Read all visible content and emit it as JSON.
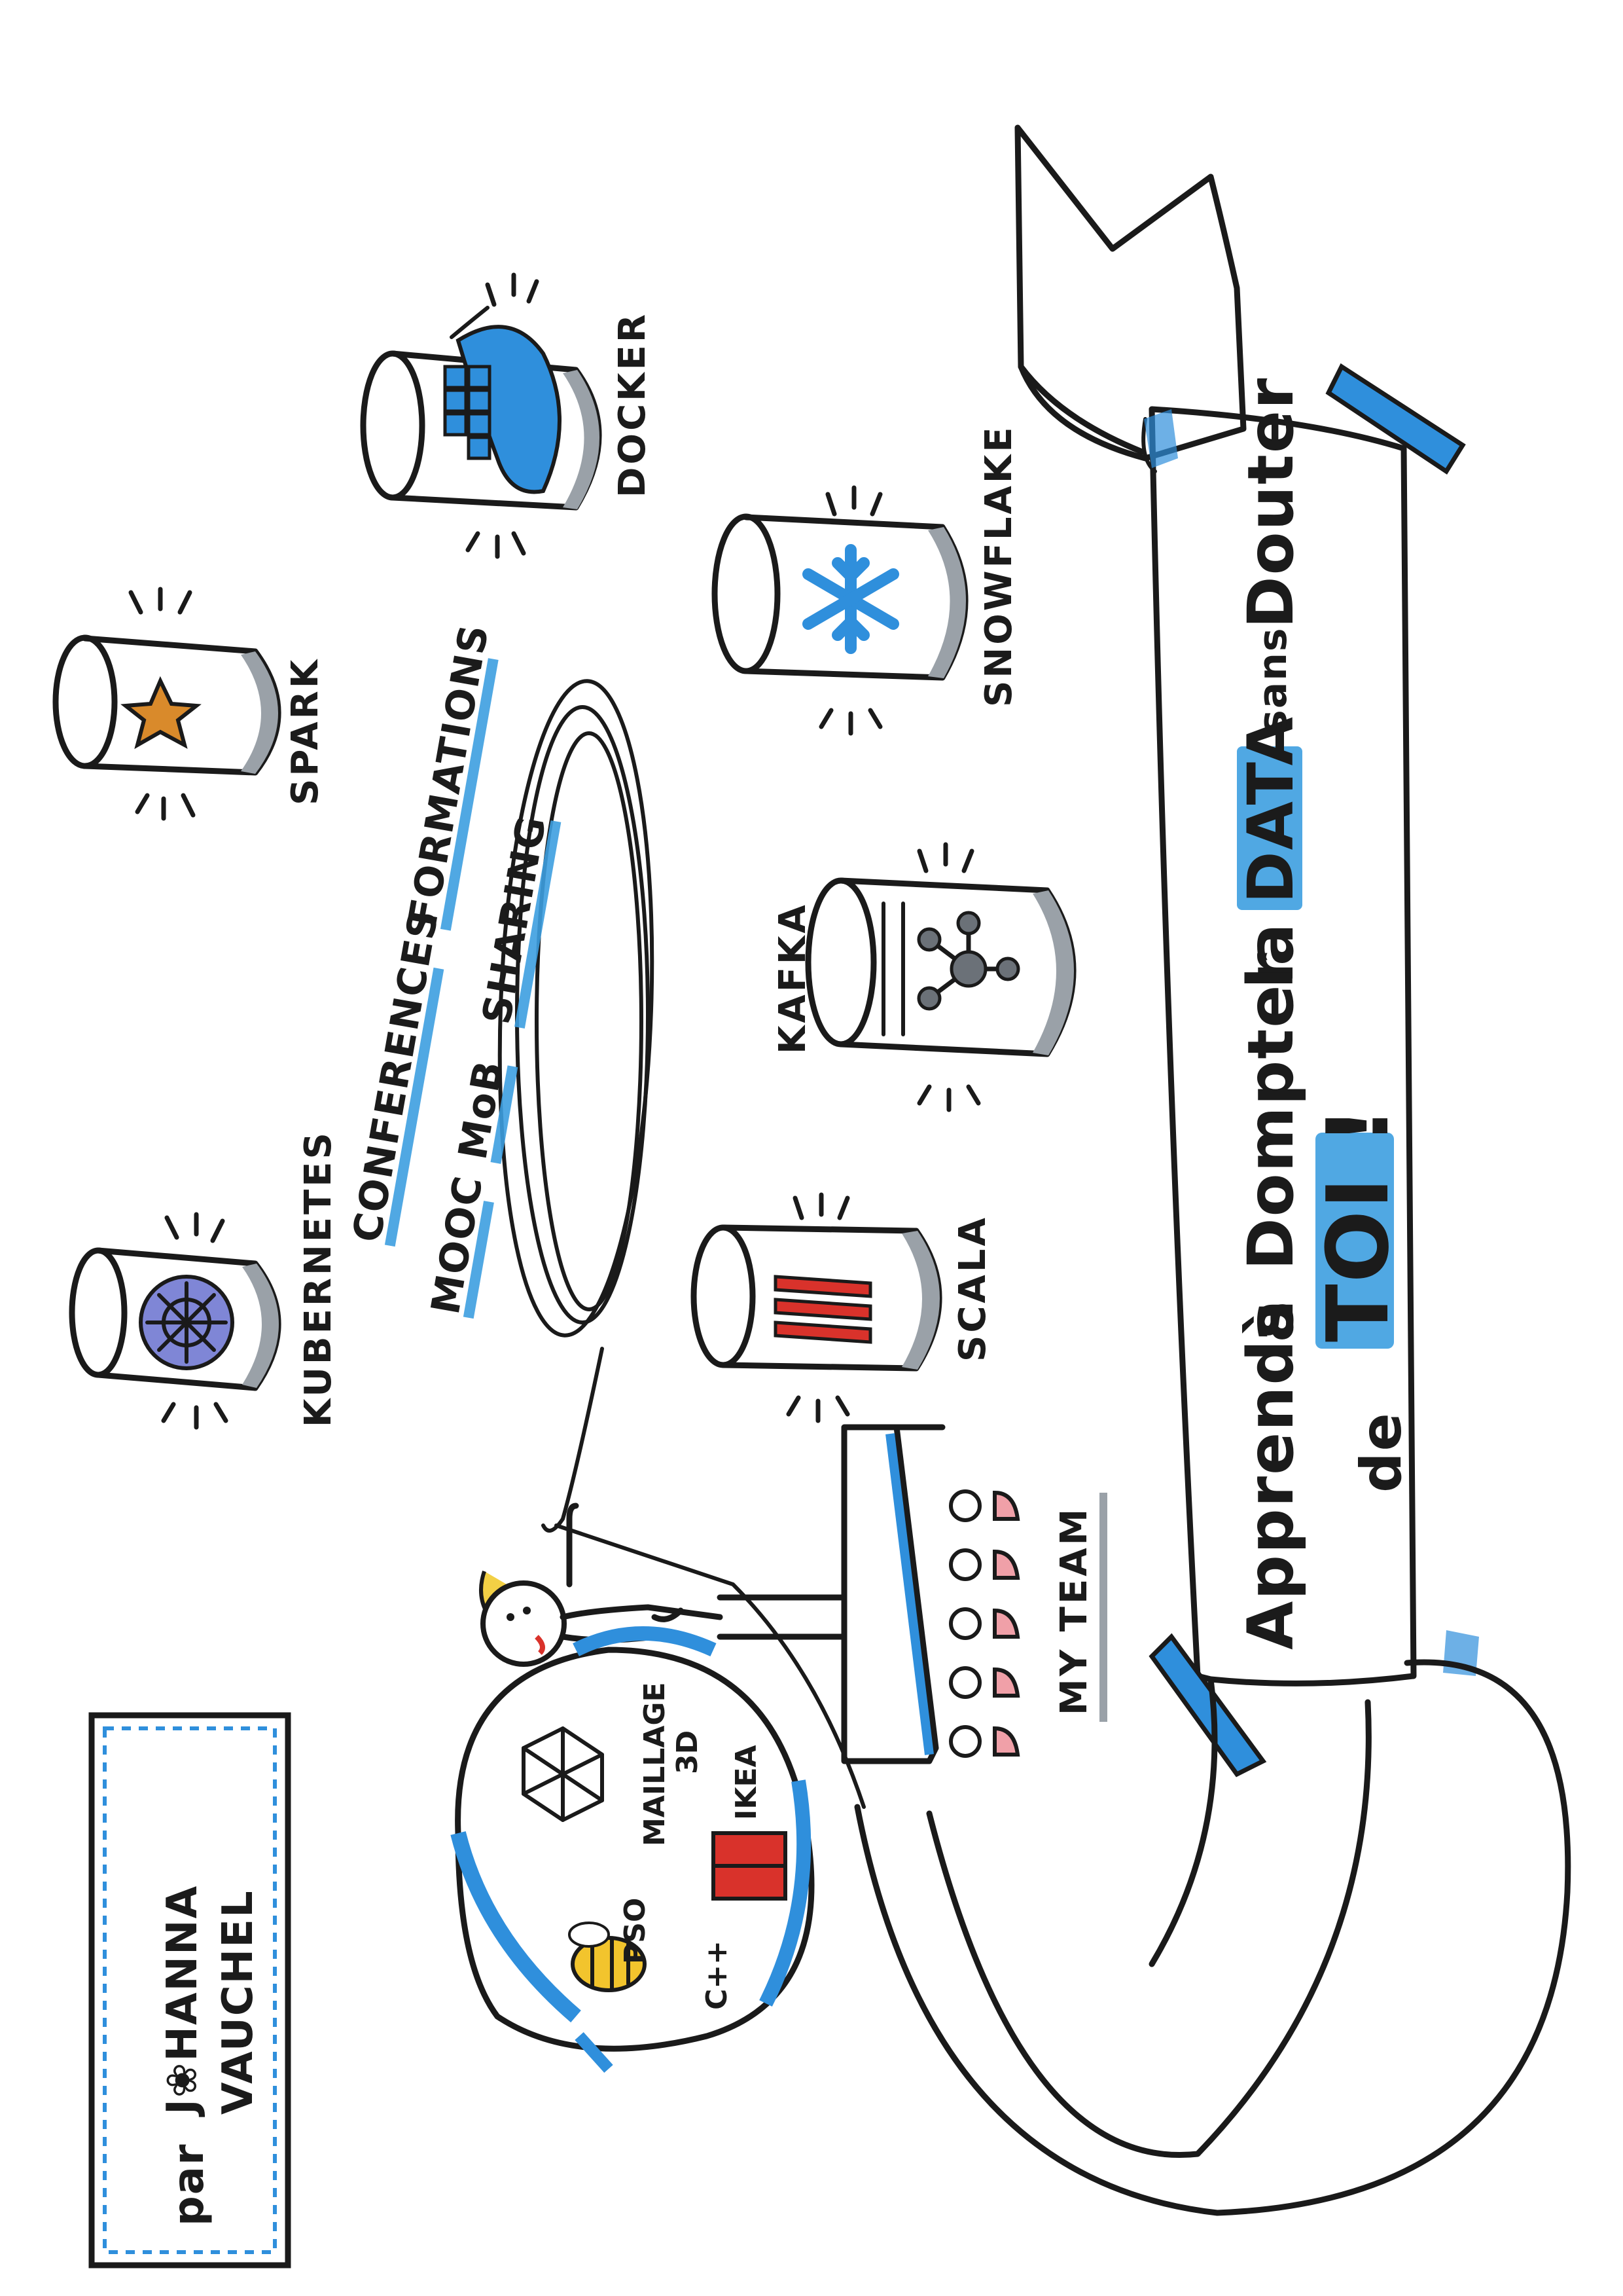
{
  "banner": {
    "apprends": "Apprends",
    "a": "à",
    "dompter": "Dompter",
    "la": "la",
    "data": "DATA",
    "sans": "sans",
    "douter": "Douter",
    "de": "de",
    "toi": "TOI !"
  },
  "signature": {
    "par": "par",
    "name_first": "J❀HANNA",
    "name_last": "VAUCHEL"
  },
  "technologies": {
    "kubernetes": "KUBERNETES",
    "spark": "SPARK",
    "docker": "DOCKER",
    "snowflake": "SNOWFLAKE",
    "kafka": "KAFKA",
    "scala": "SCALA"
  },
  "learning": {
    "conferences": "CONFERENCES",
    "formations": "FORMATIONS",
    "mooc": "MOOC",
    "mob": "MoB",
    "sharing": "SHARING"
  },
  "bag": {
    "maillage": "MAILLAGE",
    "maillage_3d": "3D",
    "ikea": "IKEA",
    "pso": "PSO",
    "cpp": "C++"
  },
  "team": {
    "label": "MY TEAM"
  },
  "colors": {
    "accent_blue": "#2f8fdc",
    "marker_grey": "#9aa1a8",
    "ink": "#1a1a1a",
    "star_orange": "#d98a2b",
    "scala_red": "#d9322b",
    "kube_purple": "#7f86d6"
  }
}
